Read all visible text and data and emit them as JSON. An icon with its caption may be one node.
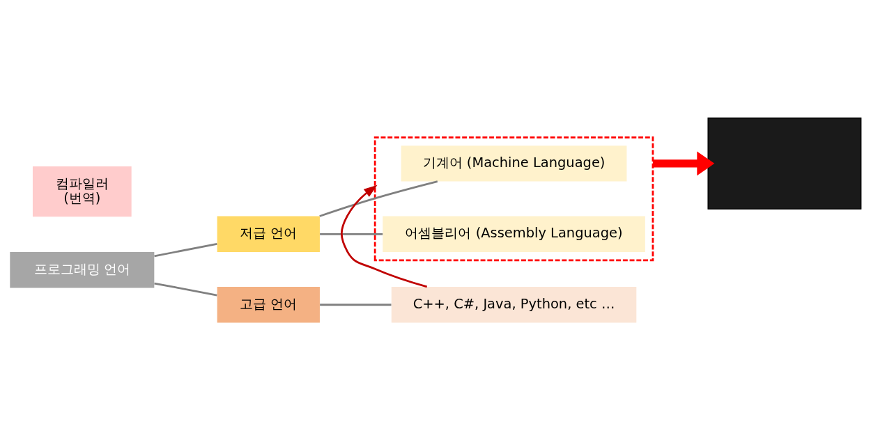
{
  "diagram": {
    "nodes": [
      {
        "text": [
          "프로그래밍 언어"
        ]
      },
      {
        "text": [
          "저급 언어"
        ]
      },
      {
        "text": [
          "고급 언어"
        ]
      },
      {
        "text": [],
        "shape": "box"
      },
      {
        "text": [
          "기계어 (Machine Language)"
        ],
        "in": 3
      },
      {
        "text": [
          "어셈블리어 (Assembly Language)"
        ],
        "in": 3
      },
      {
        "text": [
          "C++, C#, Java, Python, etc …"
        ]
      },
      {
        "text": [],
        "shape": "box"
      },
      {
        "text": [
          "컴파일러",
          "(번역)"
        ]
      }
    ],
    "edges": [
      {
        "from": 0,
        "to": 1,
        "arrow": "none"
      },
      {
        "from": 0,
        "to": 2,
        "arrow": "none"
      },
      {
        "from": 1,
        "to": 4,
        "arrow": "none"
      },
      {
        "from": 1,
        "to": 5,
        "arrow": "none"
      },
      {
        "from": 2,
        "to": 6,
        "arrow": "none"
      },
      {
        "from": 3,
        "to": 7,
        "arrow": "to",
        "style": "thick",
        "color": "#ff0000"
      },
      {
        "from": 6,
        "to": 3,
        "arrow": "to",
        "color": "#c00000"
      }
    ]
  }
}
